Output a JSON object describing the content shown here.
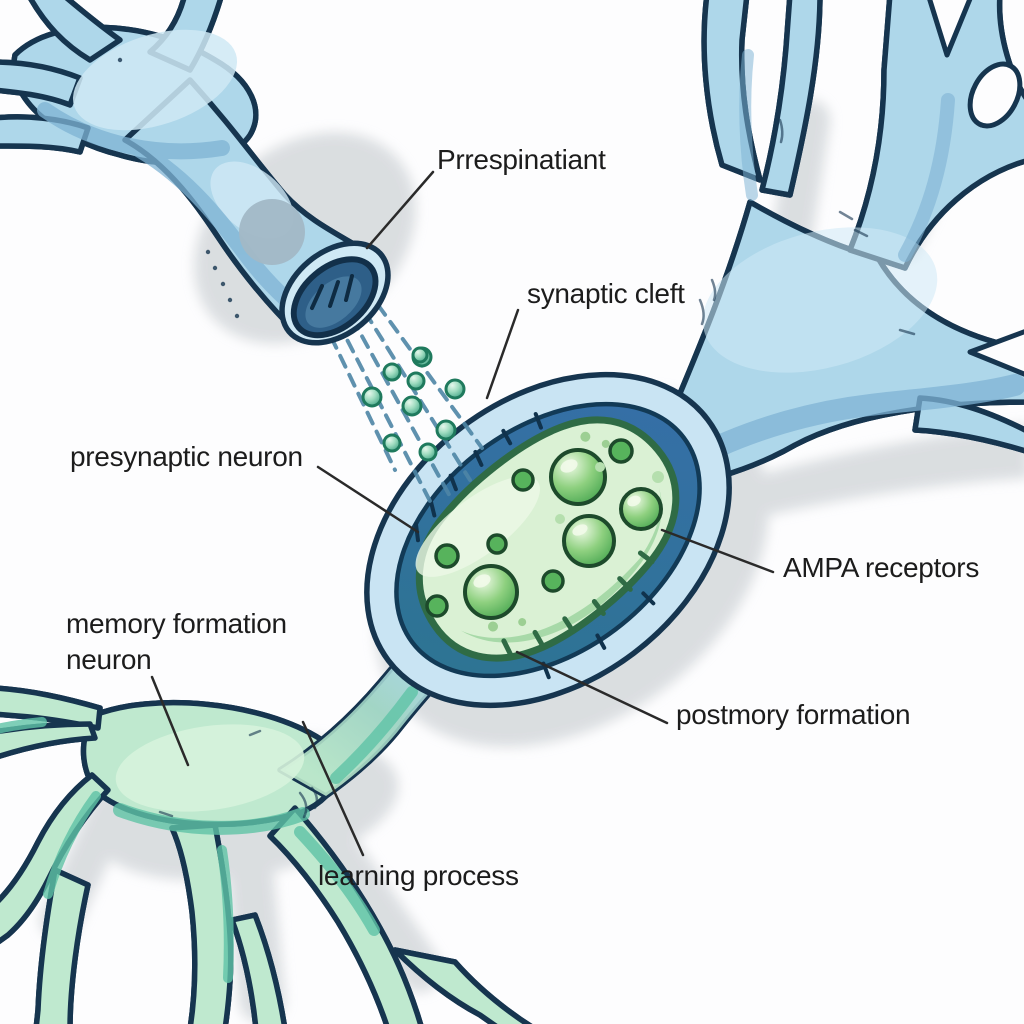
{
  "labels": {
    "presynaptic_terminal": "Prrespinatiant",
    "synaptic_cleft": "synaptic cleft",
    "presynaptic_neuron": "presynaptic neuron",
    "ampa_receptors": "AMPA receptors",
    "memory_formation_neuron": "memory formation\nneuron",
    "postsynaptic_membrane": "postmory formation",
    "learning_process": "learning process"
  },
  "colors": {
    "paper": "#fdfdfe",
    "ink": "#16354f",
    "text": "#1c1c1c",
    "leader": "#2a2a2a",
    "shadow": "#d4d8db",
    "blue_fill": "#aed7ea",
    "blue_light": "#cfe9f5",
    "blue_mid": "#7fb3d4",
    "capsule_band": "#c9e4f3",
    "ring_start": "#2d7492",
    "ring_end": "#356fa6",
    "ring_stroke": "#123a56",
    "green_pale": "#daf1d4",
    "green_dark": "#2f6b45",
    "green_fill": "#bfe9cf",
    "green_mid": "#5fc3a6",
    "green_band": "#86c98a",
    "ball_stroke": "#1d4a2b",
    "ball_small": "#57b35c",
    "ball_hi": "#eefae6",
    "ball_mid": "#8ed07f",
    "ball_lo": "#41a24c",
    "vesicle_hi": "#e6f7ec",
    "vesicle_mid": "#9fdcc0",
    "vesicle_lo": "#3da183",
    "vesicle_stroke": "#1f7a5d",
    "spray": "#4e86a6",
    "nucleus": "#a2b8c6",
    "opening_dark": "#2e5f88",
    "opening_mid": "#46799f",
    "axon_g1": "#b9e6c9",
    "axon_g2": "#9fd3c4",
    "axon_g3": "#a9d4e8"
  }
}
